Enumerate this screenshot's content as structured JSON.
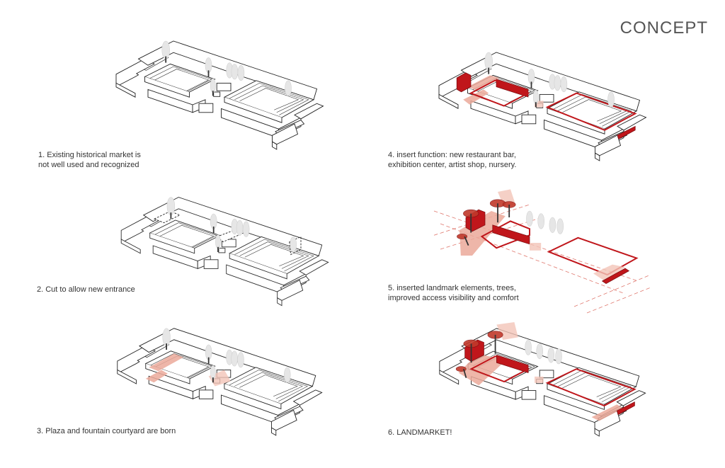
{
  "title": "CONCEPT",
  "steps": [
    {
      "lines": [
        "1.  Existing historical market is",
        "     not well used and recognized"
      ]
    },
    {
      "lines": [
        "2. Cut to allow new entrance"
      ]
    },
    {
      "lines": [
        "3. Plaza and fountain courtyard are born"
      ]
    },
    {
      "lines": [
        "4. insert function: new restaurant bar,",
        "exhibition center, artist shop, nursery."
      ]
    },
    {
      "lines": [
        "5. inserted landmark elements, trees,",
        "improved access visibility and comfort"
      ]
    },
    {
      "lines": [
        "6. LANDMARKET!"
      ]
    }
  ],
  "colors": {
    "accent_red": "#c0161b",
    "plaza_pink": "#eba99a"
  }
}
